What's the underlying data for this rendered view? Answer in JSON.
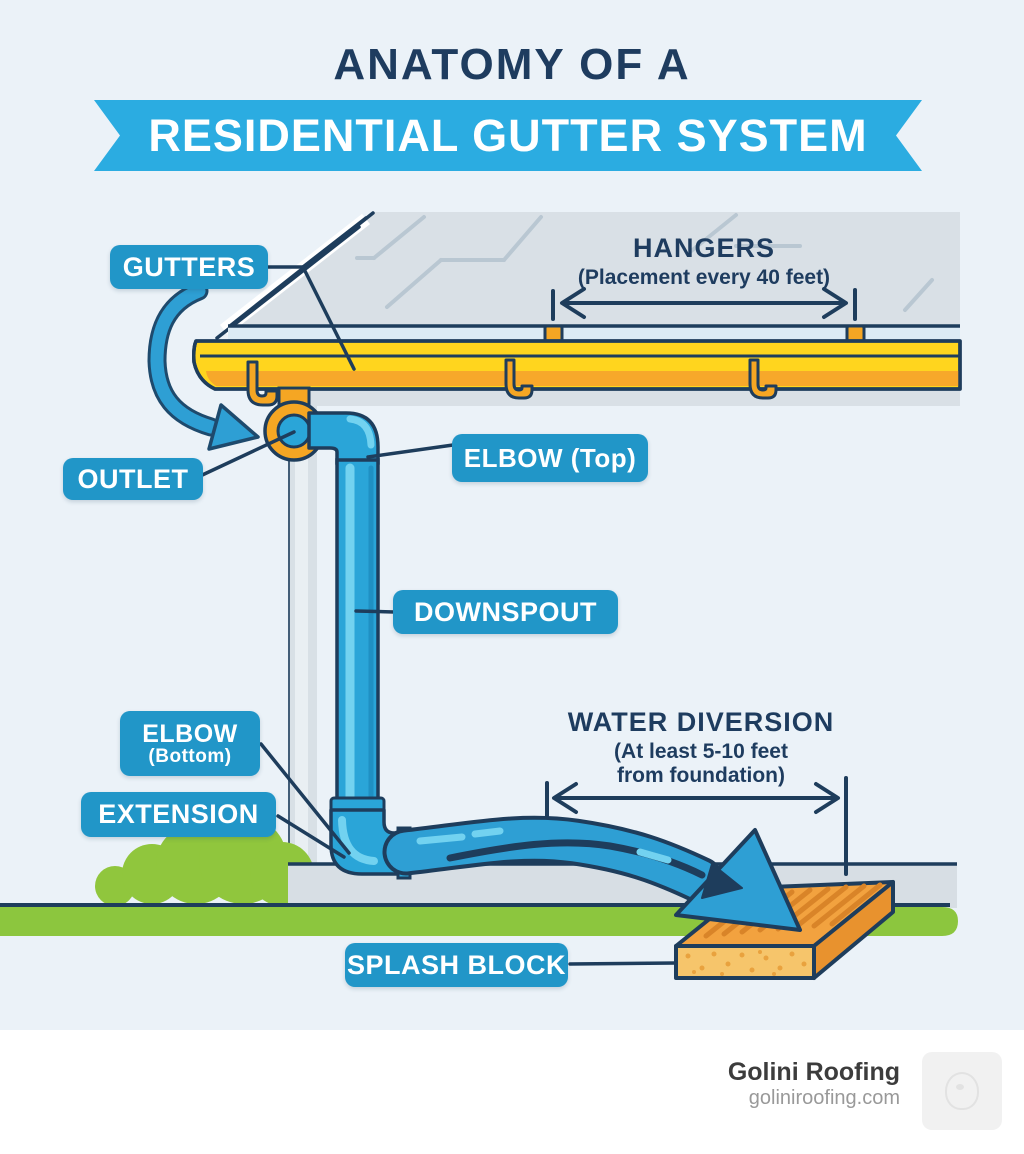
{
  "title": {
    "line1": "ANATOMY OF A",
    "line2": "RESIDENTIAL GUTTER SYSTEM"
  },
  "labels": {
    "gutters": "GUTTERS",
    "outlet": "OUTLET",
    "elbow_top": "ELBOW (Top)",
    "downspout": "DOWNSPOUT",
    "elbow_bottom_main": "ELBOW",
    "elbow_bottom_sub": "(Bottom)",
    "extension": "EXTENSION",
    "splash_block": "SPLASH BLOCK"
  },
  "annotations": {
    "hangers": {
      "title": "HANGERS",
      "subtitle": "(Placement every 40 feet)"
    },
    "water_diversion": {
      "title": "WATER DIVERSION",
      "subtitle_line1": "(At least 5-10 feet",
      "subtitle_line2": "from foundation)"
    }
  },
  "footer": {
    "company": "Golini Roofing",
    "website": "goliniroofing.com"
  },
  "colors": {
    "navy": "#1e3d5c",
    "pill": "#2196c8",
    "ribbon": "#2bace1",
    "titlenavy": "#1e3c5f",
    "yellow": "#ffd51e",
    "orange": "#f5a623",
    "pipe": "#2aa5d8",
    "grass": "#8cc63e",
    "blocktop": "#f2a23f",
    "bg": "#ebf2f8"
  }
}
